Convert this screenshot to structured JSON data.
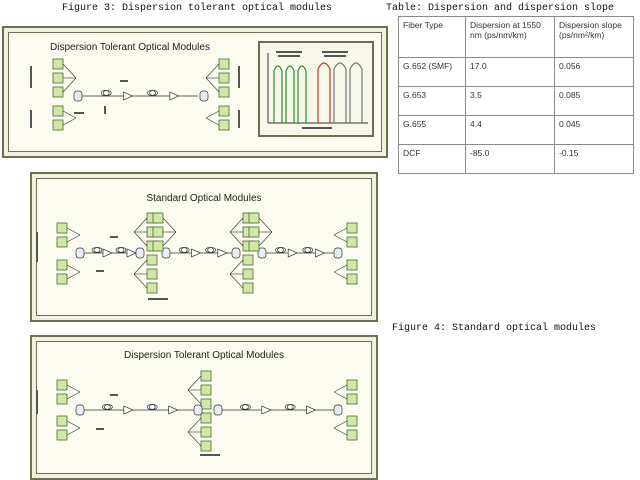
{
  "figure3_caption": "Figure 3: Dispersion tolerant optical modules",
  "figure4_caption": "Figure 4: Standard optical modules",
  "table_caption": "Table: Dispersion and dispersion slope",
  "panels": {
    "top": {
      "title": "Dispersion Tolerant Optical Modules"
    },
    "middle": {
      "title": "Standard Optical Modules"
    },
    "bottom": {
      "title": "Dispersion Tolerant Optical Modules"
    }
  },
  "table": {
    "headers": [
      "Fiber Type",
      "Dispersion at 1550 nm (ps/nm/km)",
      "Dispersion slope (ps/nm²/km)"
    ],
    "rows": [
      [
        "G.652 (SMF)",
        "17.0",
        "0.056"
      ],
      [
        "G.653",
        "3.5",
        "0.085"
      ],
      [
        "G.655",
        "4.4",
        "0.045"
      ],
      [
        "DCF",
        "-85.0",
        "-0.15"
      ]
    ]
  },
  "colors": {
    "module_green": "#cfe8a8",
    "panel_border": "#6e6e52",
    "panel_fill": "#f1f1df",
    "spectrum_green": "#2e8b2e",
    "spectrum_red": "#c0392b"
  }
}
